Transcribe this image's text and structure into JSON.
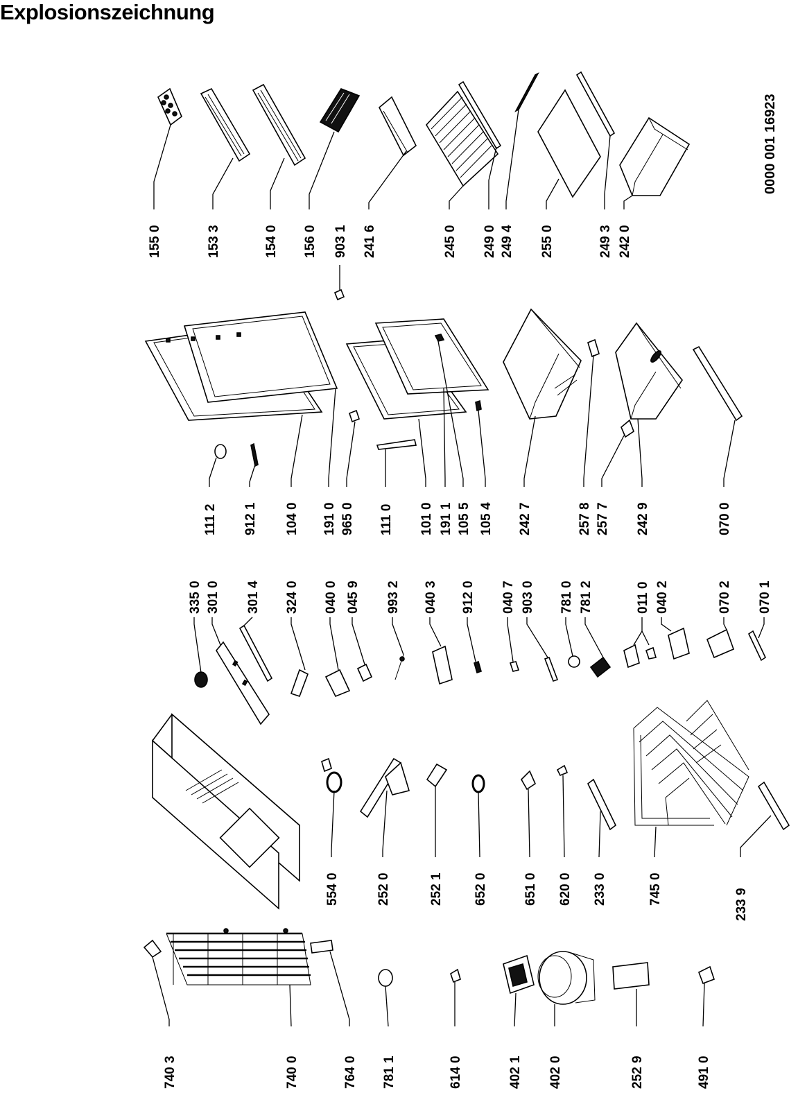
{
  "title": "Explosionszeichnung",
  "document_number": "0000 001 16923",
  "columns": [
    {
      "name": "parts-column-1",
      "items": [
        {
          "number": "155 0"
        },
        {
          "number": "153 3"
        },
        {
          "number": "154 0"
        },
        {
          "number": "156 0"
        },
        {
          "number": "903 1"
        },
        {
          "number": "241 6"
        },
        {
          "number": "245 0"
        },
        {
          "number": "249 0"
        },
        {
          "number": "249 4"
        },
        {
          "number": "255 0"
        },
        {
          "number": "249 3"
        },
        {
          "number": "242 0"
        }
      ]
    },
    {
      "name": "parts-column-2",
      "items": [
        {
          "number": "111 2"
        },
        {
          "number": "912 1"
        },
        {
          "number": "104 0"
        },
        {
          "number": "191 0"
        },
        {
          "number": "965 0"
        },
        {
          "number": "111 0"
        },
        {
          "number": "101 0"
        },
        {
          "number": "191 1"
        },
        {
          "number": "105 5"
        },
        {
          "number": "105 4"
        },
        {
          "number": "242 7"
        },
        {
          "number": "257 8"
        },
        {
          "number": "257 7"
        },
        {
          "number": "242 9"
        },
        {
          "number": "070 0"
        }
      ]
    },
    {
      "name": "parts-column-3",
      "items": [
        {
          "number": "335 0"
        },
        {
          "number": "301 0"
        },
        {
          "number": "301 4"
        },
        {
          "number": "324 0"
        },
        {
          "number": "040 0"
        },
        {
          "number": "045 9"
        },
        {
          "number": "993 2"
        },
        {
          "number": "040 3"
        },
        {
          "number": "912 0"
        },
        {
          "number": "040 7"
        },
        {
          "number": "903 0"
        },
        {
          "number": "781 0"
        },
        {
          "number": "781 2"
        },
        {
          "number": "011 0"
        },
        {
          "number": "040 2"
        },
        {
          "number": "070 2"
        },
        {
          "number": "070 1"
        }
      ]
    },
    {
      "name": "parts-column-4",
      "items": [
        {
          "number": "554 0"
        },
        {
          "number": "252 0"
        },
        {
          "number": "252 1"
        },
        {
          "number": "652 0"
        },
        {
          "number": "651 0"
        },
        {
          "number": "620 0"
        },
        {
          "number": "233 0"
        },
        {
          "number": "745 0"
        },
        {
          "number": "233 9"
        }
      ]
    },
    {
      "name": "parts-column-5",
      "items": [
        {
          "number": "740 3"
        },
        {
          "number": "740 0"
        },
        {
          "number": "764 0"
        },
        {
          "number": "781 1"
        },
        {
          "number": "614 0"
        },
        {
          "number": "402 1"
        },
        {
          "number": "402 0"
        },
        {
          "number": "252 9"
        },
        {
          "number": "491 0"
        }
      ]
    }
  ]
}
